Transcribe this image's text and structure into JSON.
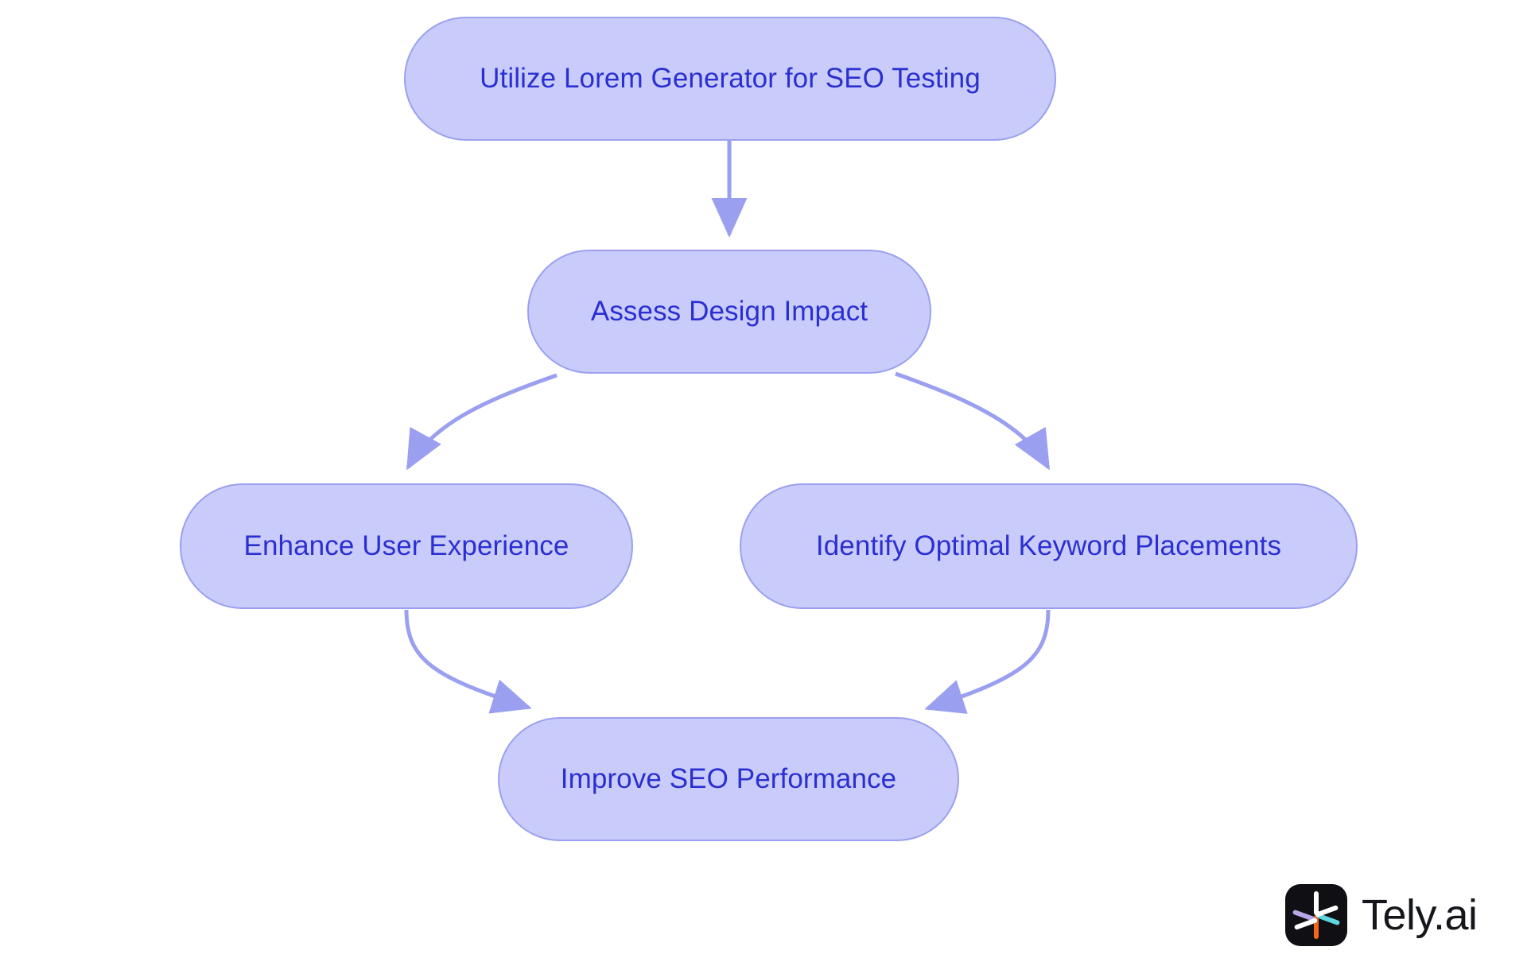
{
  "diagram": {
    "type": "flowchart",
    "direction": "top-down",
    "background_color": "#ffffff",
    "node_fill_color": "#c9ccfb",
    "node_border_color": "#9aa0ef",
    "node_text_color": "#2b2fd0",
    "edge_color": "#9aa0ef",
    "nodes": [
      {
        "id": "start",
        "label": "Utilize Lorem Generator for SEO Testing"
      },
      {
        "id": "assess",
        "label": "Assess Design Impact"
      },
      {
        "id": "ux",
        "label": "Enhance User Experience"
      },
      {
        "id": "keywords",
        "label": "Identify Optimal Keyword Placements"
      },
      {
        "id": "seo",
        "label": "Improve SEO Performance"
      }
    ],
    "edges": [
      {
        "from": "start",
        "to": "assess",
        "label": ""
      },
      {
        "from": "assess",
        "to": "ux",
        "label": ""
      },
      {
        "from": "assess",
        "to": "keywords",
        "label": ""
      },
      {
        "from": "ux",
        "to": "seo",
        "label": ""
      },
      {
        "from": "keywords",
        "to": "seo",
        "label": ""
      }
    ]
  },
  "brand": {
    "name": "Tely.ai",
    "mark_background": "#101014",
    "mark_colors": {
      "top_spoke": "#ffffff",
      "bottom_spoke": "#f2681a",
      "upper_left_spoke": "#b7a6e8",
      "lower_right_spoke": "#5fd6e0",
      "plain_spokes": "#ffffff"
    }
  }
}
